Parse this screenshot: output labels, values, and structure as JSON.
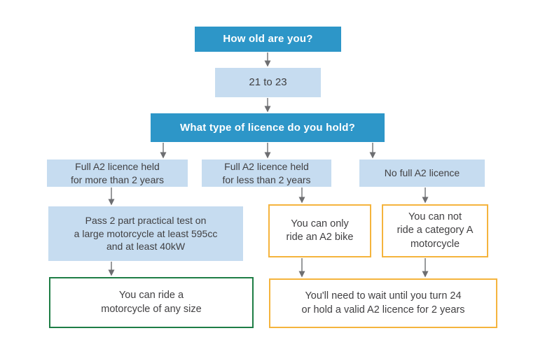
{
  "flowchart": {
    "description": "Motorcycle licence decision flowchart for riders aged 21 to 23",
    "colors": {
      "question_blue": "#2d96c8",
      "light_blue_fill": "#c6dcf0",
      "yellow_border": "#f5b43d",
      "green_border": "#1e7d45",
      "arrow_gray": "#6d6e71",
      "text_dark": "#414042",
      "text_on_blue": "#ffffff"
    },
    "nodes": {
      "q_age": "How old are you?",
      "age_range": "21 to 23",
      "q_licence": "What type of licence do you hold?",
      "held_more": "Full A2 licence held\nfor more than 2 years",
      "held_less": "Full A2 licence held\nfor less than 2 years",
      "no_full": "No full A2 licence",
      "pass_test": "Pass 2 part practical test on\na large motorcycle at least 595cc\nand at least 40kW",
      "only_a2": "You can only\nride an A2 bike",
      "not_cat_a": "You can not\nride a category A\nmotorcycle",
      "any_size": "You can ride a\nmotorcycle of any size",
      "wait_24": "You'll need to wait until you turn 24\nor hold a valid A2 licence for 2 years"
    }
  }
}
